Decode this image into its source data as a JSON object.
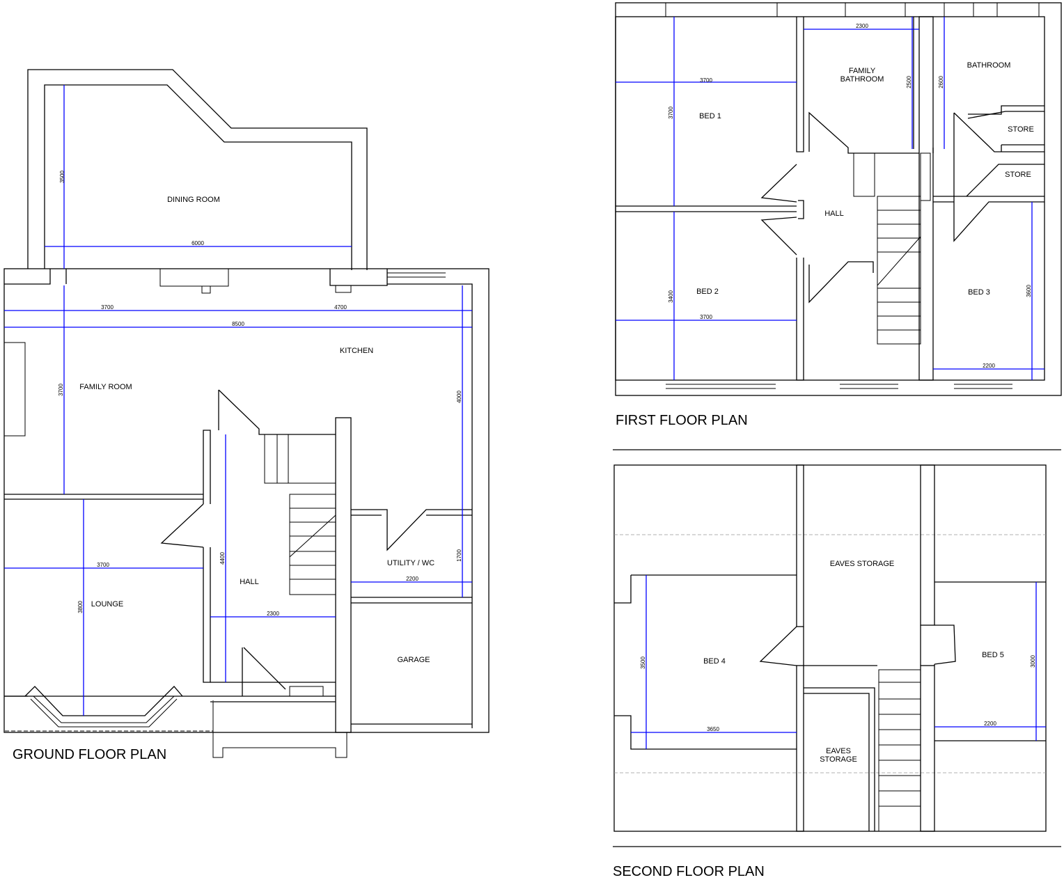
{
  "plans": {
    "ground": {
      "title": "GROUND FLOOR PLAN",
      "rooms": {
        "dining_room": "DINING ROOM",
        "family_room": "FAMILY ROOM",
        "kitchen": "KITCHEN",
        "lounge": "LOUNGE",
        "hall": "HALL",
        "utility_wc": "UTILITY / WC",
        "garage": "GARAGE"
      },
      "dimensions": {
        "dining_height": "3500",
        "dining_width": "6000",
        "family_width": "3700",
        "kitchen_width": "4700",
        "overall_width": "8500",
        "family_height": "3700",
        "kitchen_height": "4000",
        "utility_height": "1700",
        "utility_width": "2200",
        "lounge_width": "3700",
        "lounge_height": "3800",
        "hall_height": "4400",
        "hall_width": "2300"
      }
    },
    "first": {
      "title": "FIRST FLOOR PLAN",
      "rooms": {
        "bed1": "BED 1",
        "family_bathroom_line1": "FAMILY",
        "family_bathroom_line2": "BATHROOM",
        "bathroom": "BATHROOM",
        "store1": "STORE",
        "store2": "STORE",
        "hall": "HALL",
        "bed2": "BED 2",
        "bed3": "BED 3"
      },
      "dimensions": {
        "bed1_width": "3700",
        "bed1_height": "3700",
        "family_bath_width": "2300",
        "family_bath_height": "2500",
        "bathroom_height": "2600",
        "bed2_height": "3400",
        "bed2_width": "3700",
        "bed3_height": "3600",
        "bed3_width": "2200"
      }
    },
    "second": {
      "title": "SECOND FLOOR PLAN",
      "rooms": {
        "eaves_storage_top": "EAVES STORAGE",
        "bed4": "BED 4",
        "bed5": "BED 5",
        "eaves_storage_line1": "EAVES",
        "eaves_storage_line2": "STORAGE"
      },
      "dimensions": {
        "bed4_height": "3500",
        "bed4_width": "3650",
        "bed5_height": "3000",
        "bed5_width": "2200"
      }
    }
  }
}
